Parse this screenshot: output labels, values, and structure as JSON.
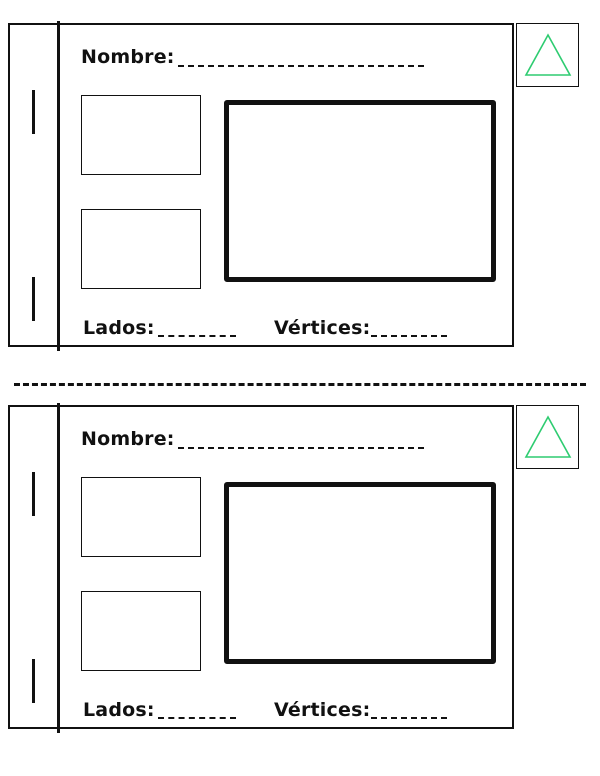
{
  "worksheet": {
    "cut_line": "cut-line",
    "cards": [
      {
        "name_label": "Nombre:",
        "sides_label": "Lados:",
        "vertices_label": "Vértices:",
        "tab_icon": "triangle-icon",
        "tab_icon_color": "#2ecc71"
      },
      {
        "name_label": "Nombre:",
        "sides_label": "Lados:",
        "vertices_label": "Vértices:",
        "tab_icon": "triangle-icon",
        "tab_icon_color": "#2ecc71"
      }
    ]
  }
}
